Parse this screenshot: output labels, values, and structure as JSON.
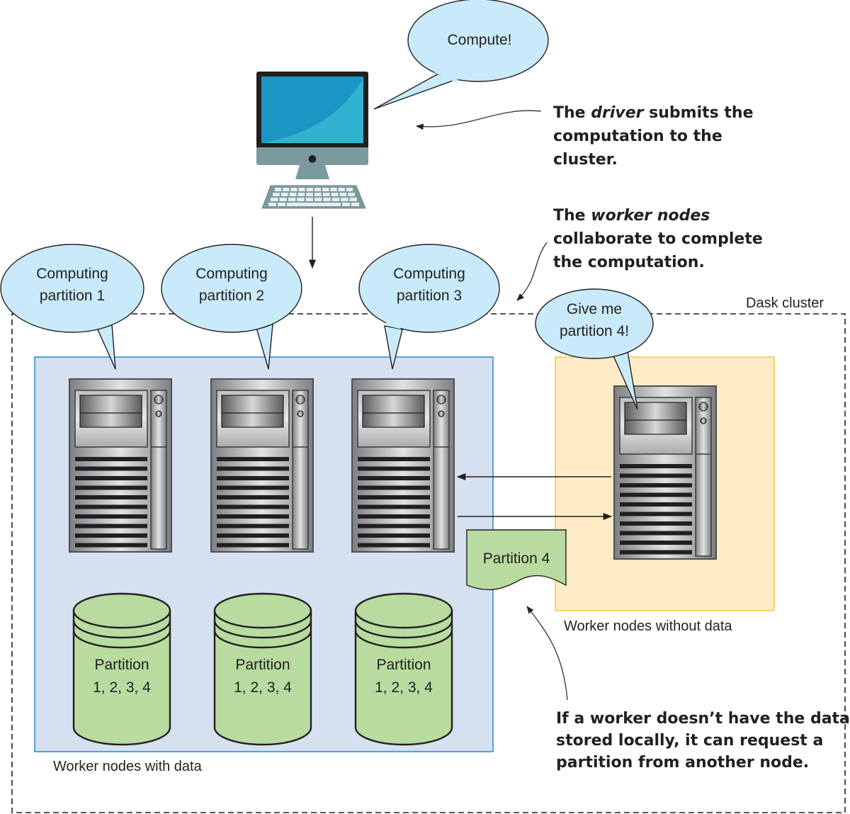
{
  "driver": {
    "bubble": "Compute!",
    "annotation": {
      "lines": [
        [
          {
            "text": "The ",
            "em": false
          },
          {
            "text": "driver",
            "em": true
          },
          {
            "text": " submits the",
            "em": false
          }
        ],
        [
          {
            "text": "computation to the",
            "em": false
          }
        ],
        [
          {
            "text": "cluster.",
            "em": false
          }
        ]
      ]
    }
  },
  "workers_annotation": {
    "lines": [
      [
        {
          "text": "The ",
          "em": false
        },
        {
          "text": "worker nodes",
          "em": true
        }
      ],
      [
        {
          "text": "collaborate to complete",
          "em": false
        }
      ],
      [
        {
          "text": "the computation.",
          "em": false
        }
      ]
    ]
  },
  "cluster": {
    "label": "Dask cluster",
    "workers_with_data": {
      "label": "Worker nodes with data",
      "nodes": [
        {
          "bubble": [
            "Computing",
            "partition 1"
          ],
          "storage": [
            "Partition",
            "1, 2, 3, 4"
          ]
        },
        {
          "bubble": [
            "Computing",
            "partition 2"
          ],
          "storage": [
            "Partition",
            "1, 2, 3, 4"
          ]
        },
        {
          "bubble": [
            "Computing",
            "partition 3"
          ],
          "storage": [
            "Partition",
            "1, 2, 3, 4"
          ]
        }
      ]
    },
    "workers_without_data": {
      "label": "Worker nodes without data",
      "nodes": [
        {
          "bubble": [
            "Give me",
            "partition 4!"
          ]
        }
      ]
    },
    "transfer_document": "Partition 4"
  },
  "request_annotation": {
    "lines": [
      [
        {
          "text": "If a worker doesn’t have the data",
          "em": false
        }
      ],
      [
        {
          "text": "stored locally, it can request a",
          "em": false
        }
      ],
      [
        {
          "text": "partition from another node.",
          "em": false
        }
      ]
    ]
  },
  "colors": {
    "bubble_fill": "#c9eafa",
    "with_data_panel": "#d5e0f1",
    "with_data_border": "#2a86c9",
    "without_data_panel": "#feecc6",
    "without_data_border": "#fcc842",
    "storage_fill": "#b8dba0",
    "screen": "#1d95c4",
    "screen_highlight": "#30b3d0",
    "monitor_body": "#7a9a9d"
  }
}
